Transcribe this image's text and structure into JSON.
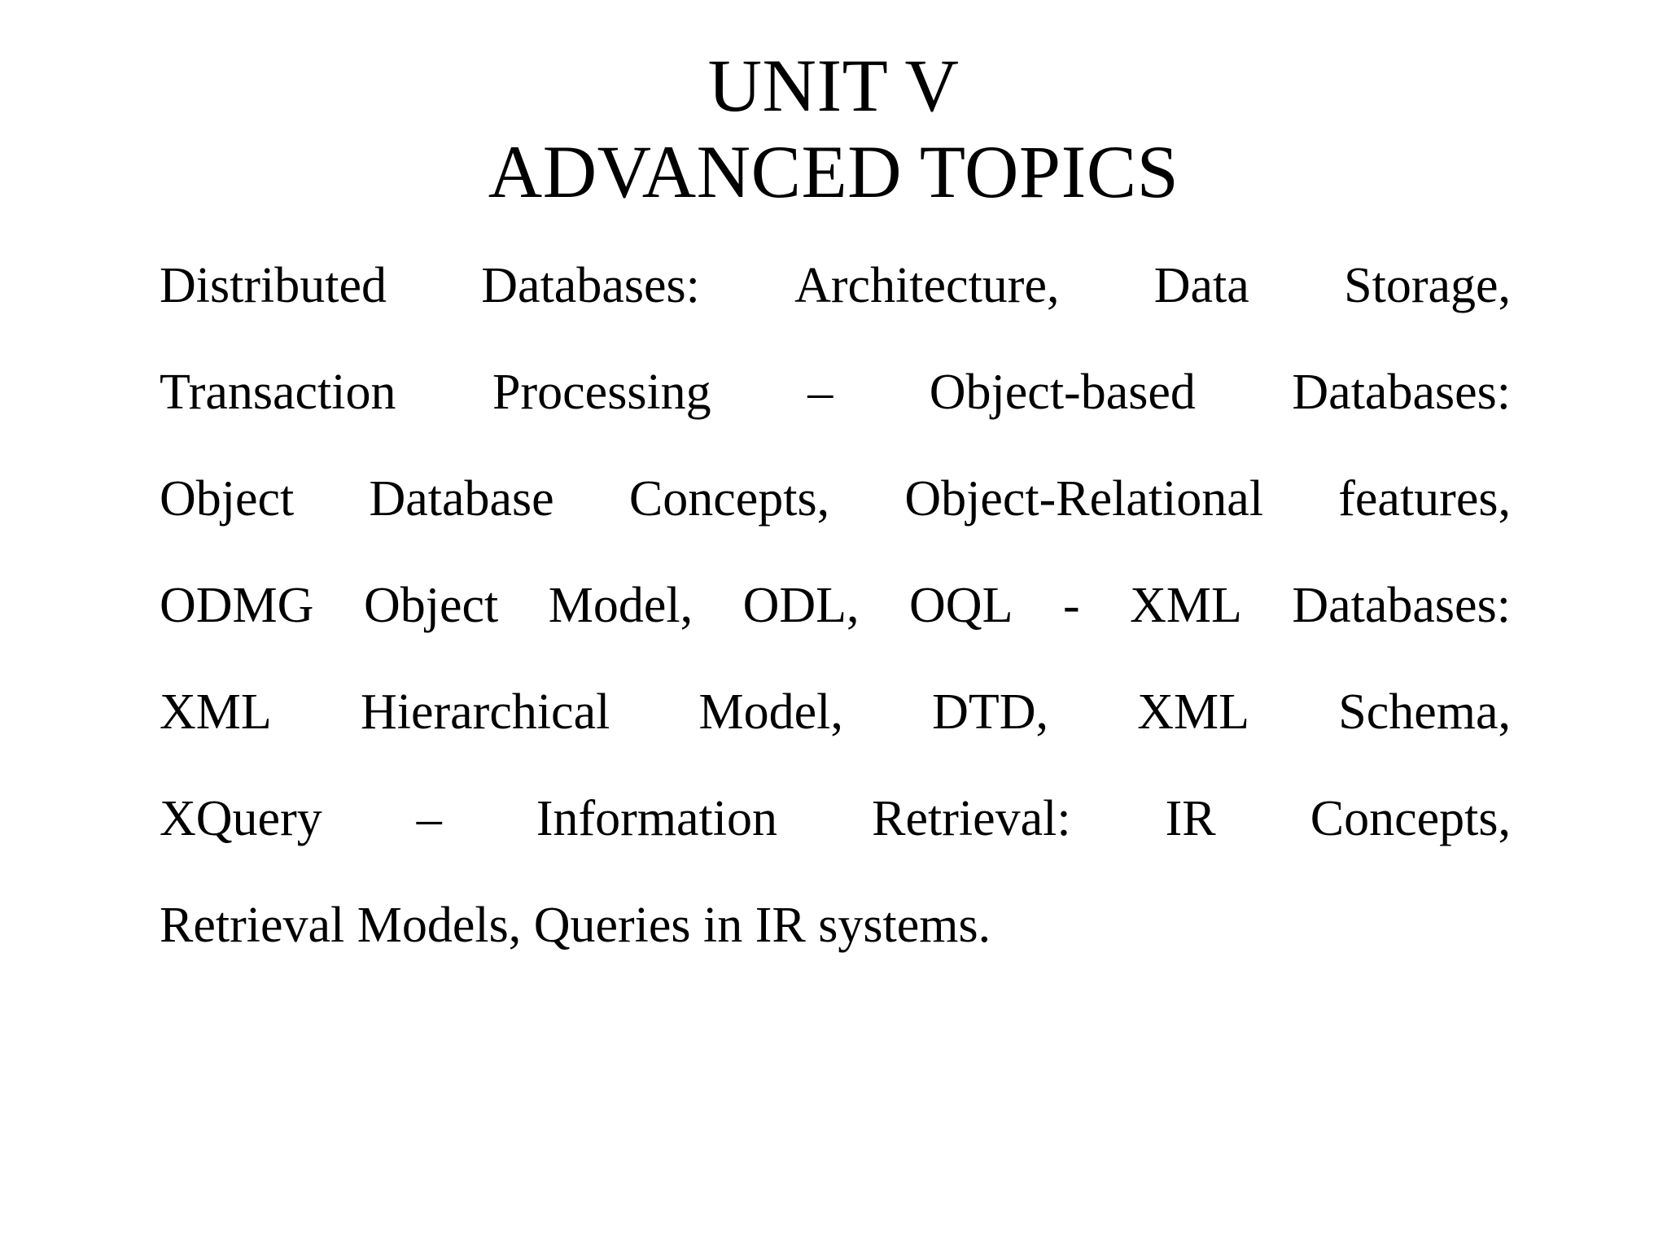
{
  "slide": {
    "background_color": "#FFFFFF",
    "text_color": "#000000",
    "title": {
      "line1": "UNIT V",
      "line2": "ADVANCED TOPICS"
    },
    "body": {
      "full_text": "Distributed Databases: Architecture, Data Storage, Transaction Processing – Object-based Databases: Object Database Concepts, Object-Relational features, ODMG Object Model, ODL, OQL - XML Databases: XML Hierarchical Model, DTD, XML Schema, XQuery – Information Retrieval: IR Concepts, Retrieval Models, Queries in IR systems.",
      "alignment": "justify",
      "lines": [
        {
          "index": 0,
          "words": [
            "Distributed",
            "Databases:",
            "Architecture,",
            "Data",
            "Storage,"
          ]
        },
        {
          "index": 1,
          "words": [
            "Transaction",
            "Processing",
            "–",
            "Object-based",
            "Databases:"
          ]
        },
        {
          "index": 2,
          "words": [
            "Object",
            "Database",
            "Concepts,",
            "Object-Relational",
            "features,"
          ]
        },
        {
          "index": 3,
          "words": [
            "ODMG",
            "Object",
            "Model,",
            "ODL,",
            "OQL",
            "-",
            "XML",
            "Databases:"
          ]
        },
        {
          "index": 4,
          "words": [
            "XML",
            "Hierarchical",
            "Model,",
            "DTD,",
            "XML",
            "Schema,"
          ]
        },
        {
          "index": 5,
          "words": [
            "XQuery",
            "–",
            "Information",
            "Retrieval:",
            "IR",
            "Concepts,"
          ]
        },
        {
          "index": 6,
          "text": "Retrieval Models, Queries in IR systems."
        }
      ]
    }
  }
}
